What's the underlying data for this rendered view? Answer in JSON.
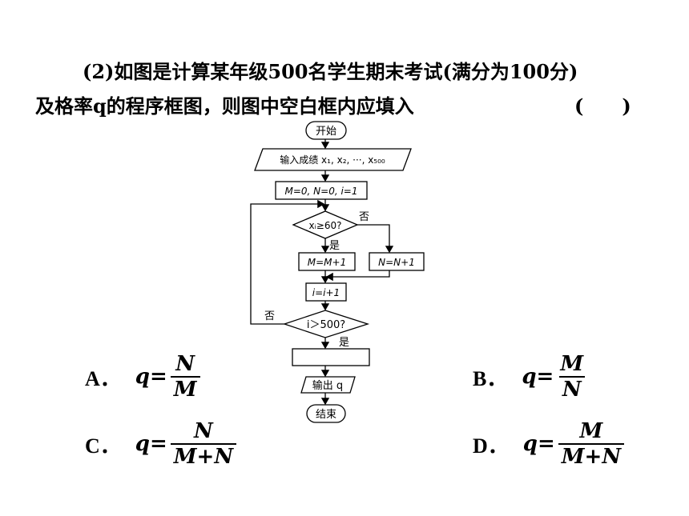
{
  "question": {
    "line1": "(2)如图是计算某年级500名学生期末考试(满分为100分)",
    "line2": "及格率q的程序框图，则图中空白框内应填入",
    "bracket": "(　　)"
  },
  "flowchart": {
    "start": "开始",
    "input": "输入成绩 x₁, x₂, ···, x₅₀₀",
    "init": "M=0, N=0, i=1",
    "cond1": "xᵢ≥60?",
    "cond1_no": "否",
    "cond1_yes": "是",
    "yes_box": "M=M+1",
    "no_box": "N=N+1",
    "increment": "i=i+1",
    "cond2": "i＞500?",
    "cond2_no": "否",
    "cond2_yes": "是",
    "blank": "",
    "output": "输出 q",
    "end": "结束"
  },
  "options": {
    "A": {
      "letter": "A．",
      "lhs": "q=",
      "num": "N",
      "den": "M"
    },
    "B": {
      "letter": "B．",
      "lhs": "q=",
      "num": "M",
      "den": "N"
    },
    "C": {
      "letter": "C．",
      "lhs": "q=",
      "num": "N",
      "den": "M+N"
    },
    "D": {
      "letter": "D．",
      "lhs": "q=",
      "num": "M",
      "den": "M+N"
    }
  }
}
